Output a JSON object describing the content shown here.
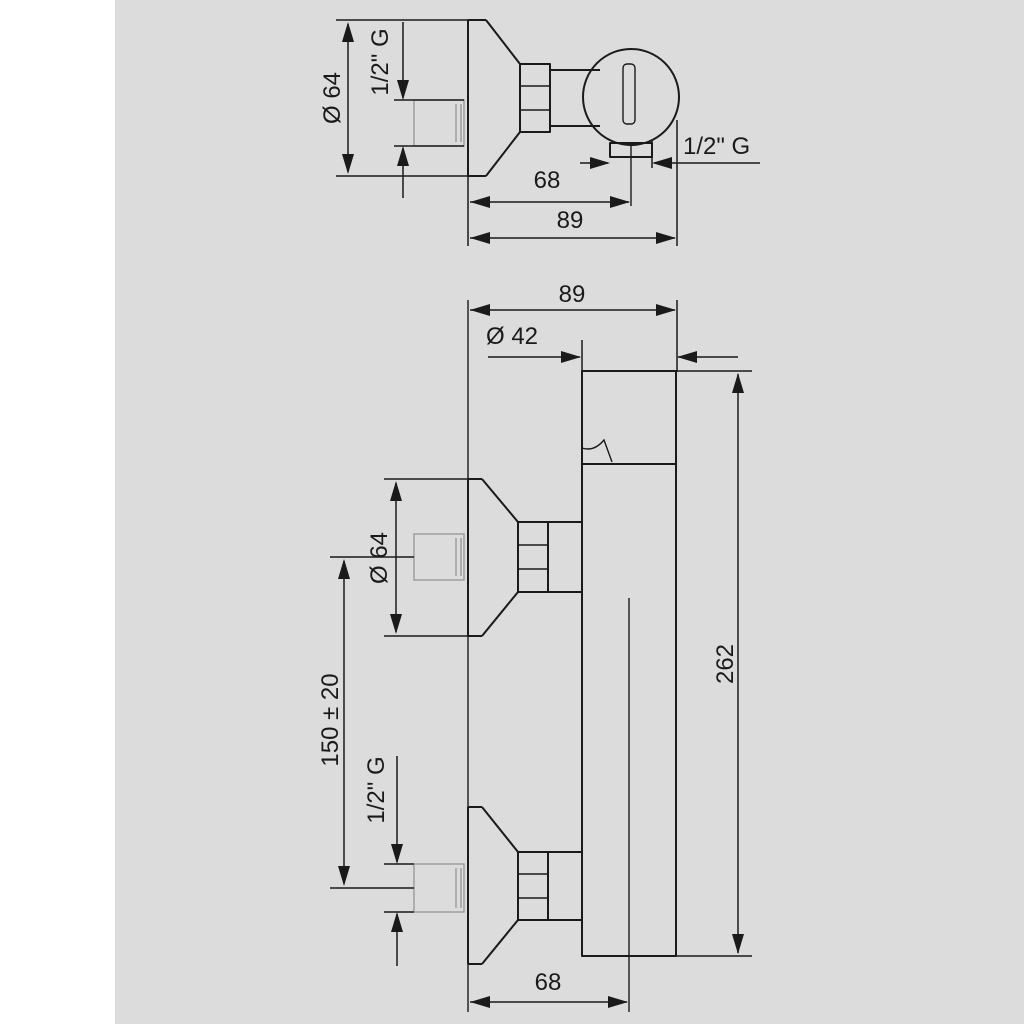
{
  "colors": {
    "background": "#ffffff",
    "panel": "#dcdcdc",
    "line": "#1a1a1a",
    "hidden_line": "#9a9a9a"
  },
  "top_view": {
    "dims": {
      "body_diameter": "Ø 64",
      "inlet_thread": "1/2\" G",
      "outlet_thread": "1/2\" G",
      "outlet_offset": "68",
      "handle_offset": "89",
      "overall_depth": "89"
    }
  },
  "front_view": {
    "dims": {
      "overall_depth": "89",
      "handle_diameter": "Ø 42",
      "inlet_diameter": "Ø 64",
      "inlet_spacing": "150 ± 20",
      "inlet_thread": "1/2\" G",
      "body_height": "262",
      "outlet_offset": "68"
    }
  }
}
